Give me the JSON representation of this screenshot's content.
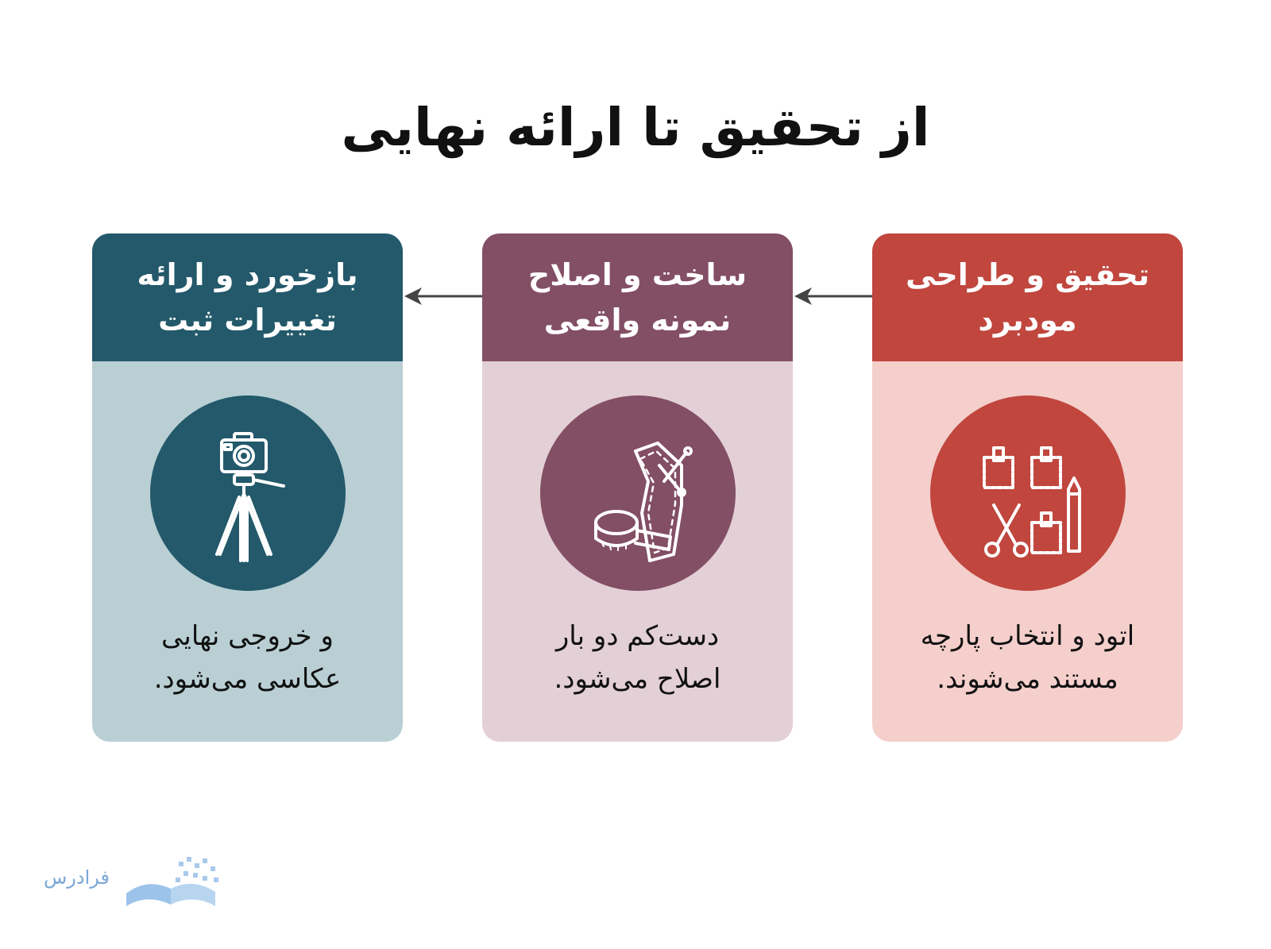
{
  "title": "از تحقیق تا ارائه نهایی",
  "steps": [
    {
      "heading": "تحقیق و طراحی\nمودبرد",
      "description": "اتود و انتخاب پارچه\nمستند می‌شوند.",
      "icon": "moodboard-icon",
      "colors": {
        "header": "#c0463e",
        "body": "#f4cfcb",
        "circle": "#c0463e"
      }
    },
    {
      "heading": "ساخت و اصلاح\nنمونه واقعی",
      "description": "دست‌کم دو بار\nاصلاح می‌شود.",
      "icon": "sewing-pattern-icon",
      "colors": {
        "header": "#834f64",
        "body": "#e3d0d6",
        "circle": "#834f64"
      }
    },
    {
      "heading": "بازخورد و ارائه\nتغییرات ثبت",
      "description": "و خروجی نهایی\nعکاسی می‌شود.",
      "icon": "camera-tripod-icon",
      "colors": {
        "header": "#23596a",
        "body": "#b9cfd4",
        "circle": "#23596a"
      }
    }
  ],
  "logo": {
    "text": "فرادرس",
    "icon": "book-logo-icon",
    "color": "#7aa7d8"
  }
}
